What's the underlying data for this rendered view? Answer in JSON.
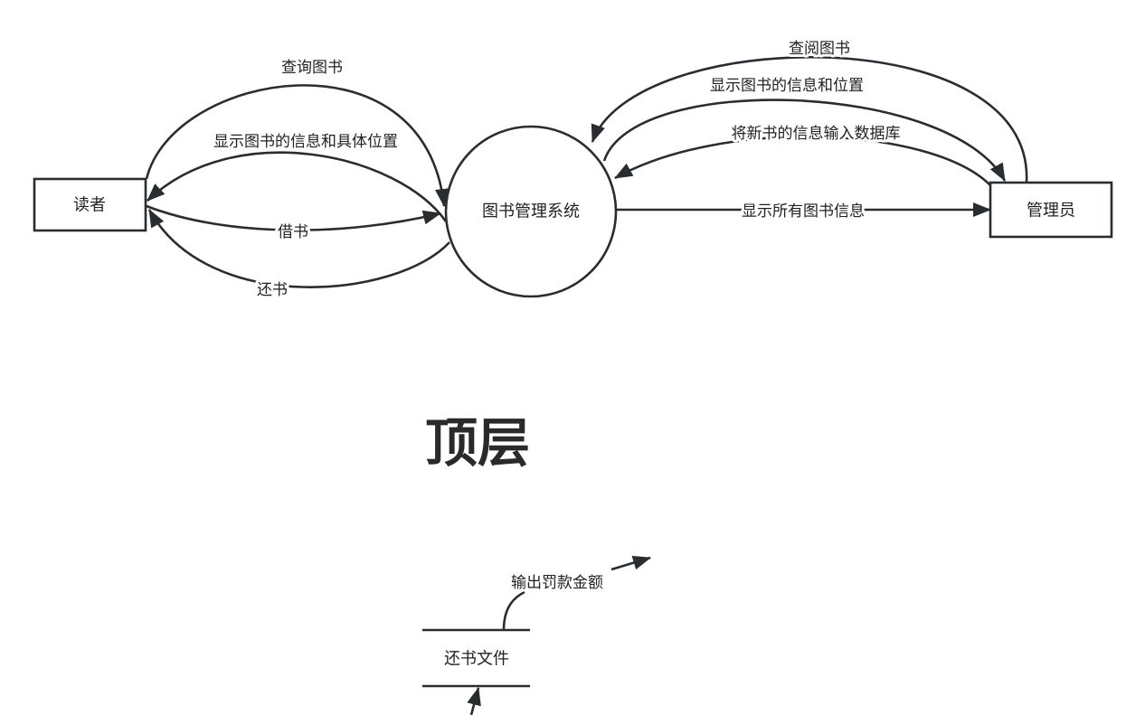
{
  "nodes": {
    "reader": "读者",
    "system": "图书管理系统",
    "admin": "管理员",
    "return_file": "还书文件"
  },
  "edges": {
    "query_books": "查询图书",
    "show_info_location": "显示图书的信息和具体位置",
    "borrow": "借书",
    "return": "还书",
    "browse_books": "查阅图书",
    "show_info_position": "显示图书的信息和位置",
    "input_new_books": "将新书的信息输入数据库",
    "show_all_books": "显示所有图书信息",
    "output_fine": "输出罚款金额"
  },
  "section_title": "顶层"
}
